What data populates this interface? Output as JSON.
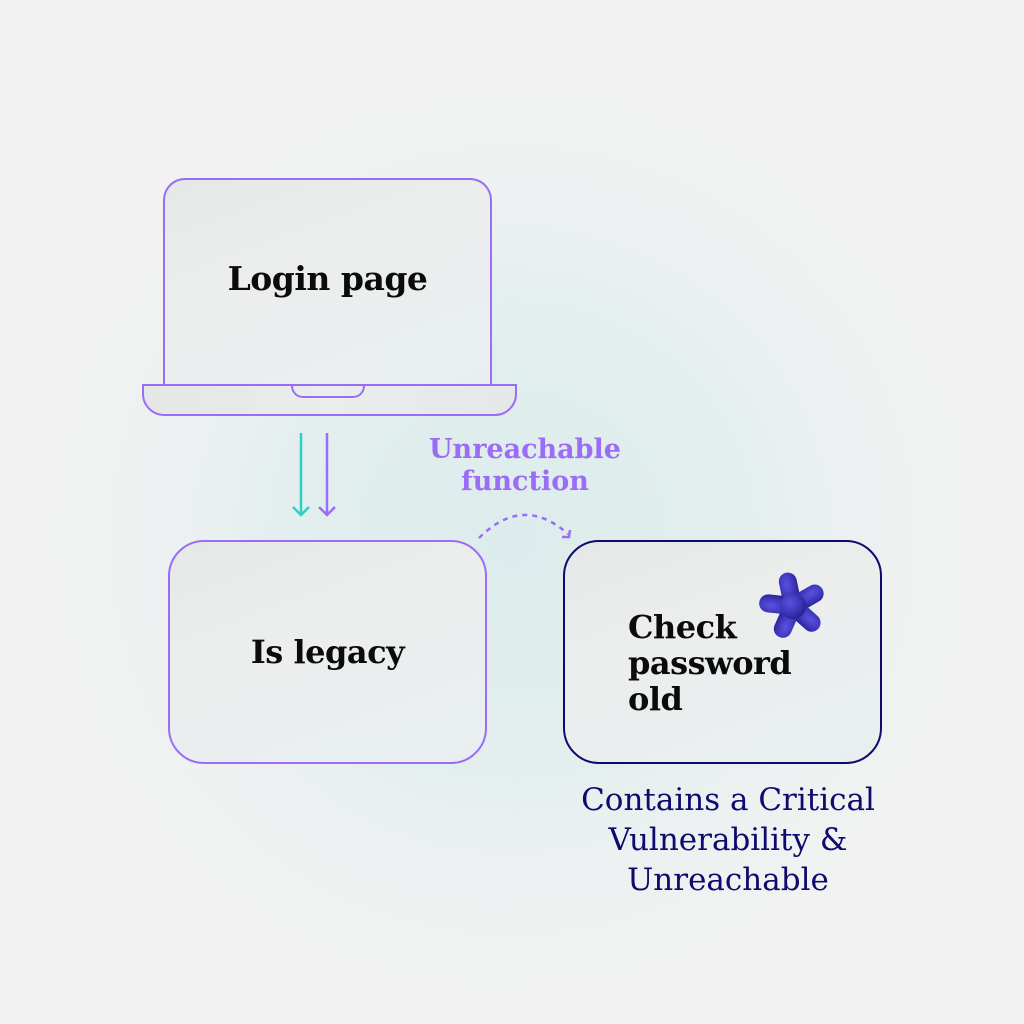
{
  "diagram": {
    "nodes": {
      "login_page": {
        "label": "Login page",
        "shape": "laptop"
      },
      "is_legacy": {
        "label": "Is legacy"
      },
      "check_password_old": {
        "label_lines": [
          "Check",
          "password",
          "old"
        ],
        "badge_icon": "asterisk-3d-icon"
      }
    },
    "edges": [
      {
        "from": "login_page",
        "to": "is_legacy",
        "style": "solid",
        "color": "#2fcfc8"
      },
      {
        "from": "login_page",
        "to": "is_legacy",
        "style": "solid",
        "color": "#9b6cf5"
      },
      {
        "from": "is_legacy",
        "to": "check_password_old",
        "style": "dashed",
        "color": "#9b6cf5",
        "label_lines": [
          "Unreachable",
          "function"
        ]
      }
    ],
    "annotation": {
      "lines": [
        "Contains a Critical",
        "Vulnerability &",
        "Unreachable"
      ]
    }
  },
  "colors": {
    "primary_purple": "#9b6cf5",
    "teal": "#2fcfc8",
    "navy": "#0e0a6e",
    "asterisk_blue": "#3b34b8",
    "text": "#0b0b0b"
  }
}
